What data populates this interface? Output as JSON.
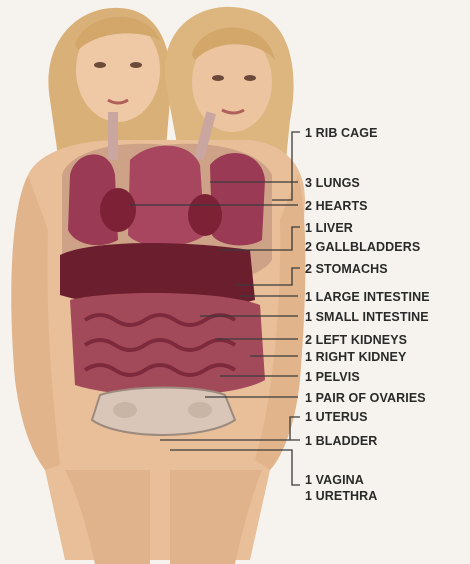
{
  "labels": {
    "rib_cage": "1 RIB CAGE",
    "lungs": "3 LUNGS",
    "hearts": "2 HEARTS",
    "liver": "1 LIVER",
    "gallbladders": "2 GALLBLADDERS",
    "stomachs": "2 STOMACHS",
    "large_intestine": "1 LARGE INTESTINE",
    "small_intestine": "1 SMALL INTESTINE",
    "left_kidneys": "2 LEFT KIDNEYS",
    "right_kidney": "1 RIGHT KIDNEY",
    "pelvis": "1 PELVIS",
    "ovaries": "1 PAIR OF OVARIES",
    "uterus": "1 UTERUS",
    "bladder": "1 BLADDER",
    "vagina": "1 VAGINA",
    "urethra": "1 URETHRA"
  },
  "colors": {
    "background": "#f6f3ee",
    "skin": "#e8bf98",
    "hair": "#d9b077",
    "organ": "#8c2f45",
    "leader_line": "#3a3a3a"
  }
}
